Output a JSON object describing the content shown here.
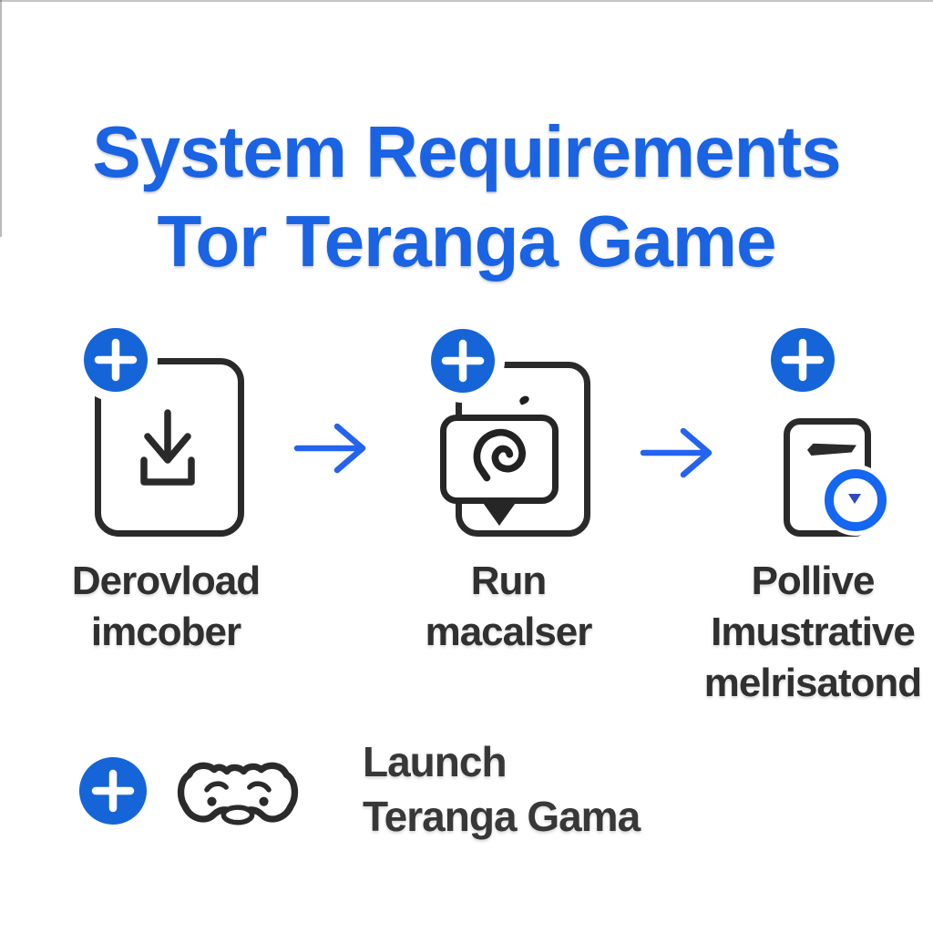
{
  "title": {
    "line1": "System Requirements",
    "line2": "Tor Teranga Game"
  },
  "steps": [
    {
      "icon": "download-tray-icon",
      "lines": [
        "Derovload",
        "imcober"
      ]
    },
    {
      "icon": "speech-bubble-spiral-icon",
      "lines": [
        "Run",
        "macalser"
      ]
    },
    {
      "icon": "document-dash-badge-icon",
      "lines": [
        "Pollive",
        "Imustrative",
        "melrisatond"
      ]
    }
  ],
  "launch": {
    "icon": "gamepad-icon",
    "lines": [
      "Launch",
      "Teranga Gama"
    ]
  },
  "badge_glyph": "+",
  "arrow_glyph": "→",
  "colors": {
    "title_blue": "#1a63e3",
    "badge_blue": "#1565d8",
    "arrow_blue": "#2563ef",
    "ring_blue": "#1566f0",
    "icon_stroke": "#2a2a2a",
    "label_gray": "#303030",
    "background": "#ffffff"
  }
}
